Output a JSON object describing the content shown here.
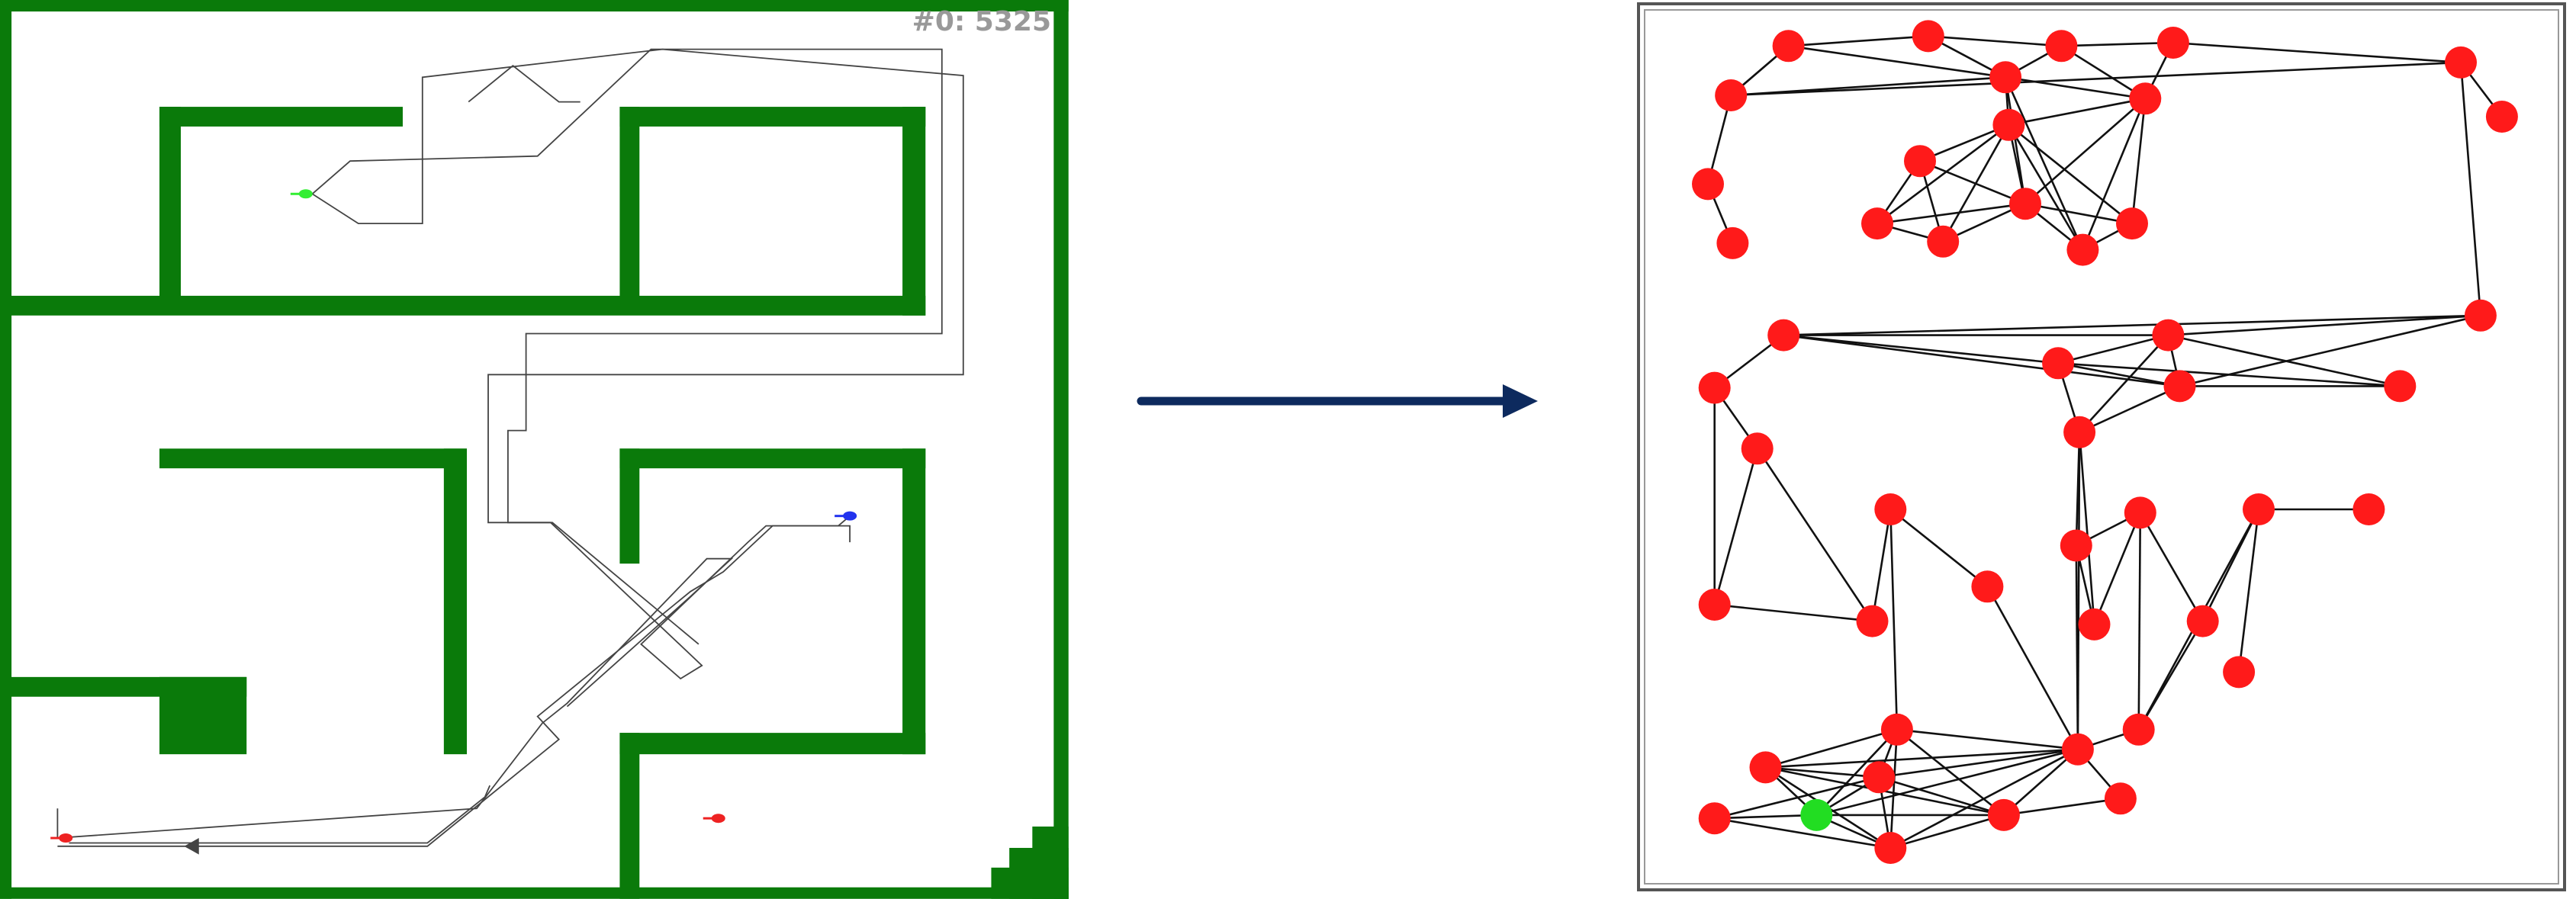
{
  "maze_panel": {
    "counter_text": "#0: 5325",
    "wall_color": "#0a7a0a",
    "trail_color": "#444444",
    "agents": [
      {
        "name": "green-agent",
        "color": "#33ee33"
      },
      {
        "name": "blue-agent",
        "color": "#2233ee"
      },
      {
        "name": "red-agent-start",
        "color": "#ee2222"
      },
      {
        "name": "red-agent",
        "color": "#ee2222"
      }
    ]
  },
  "arrow": {
    "color": "#0d2a5e",
    "icon": "right-arrow-icon"
  },
  "graph_panel": {
    "node_color": "#ff1a1a",
    "highlight_node_color": "#22dd22",
    "edge_color": "#111111",
    "node_count": 48,
    "highlight_node_count": 1
  }
}
